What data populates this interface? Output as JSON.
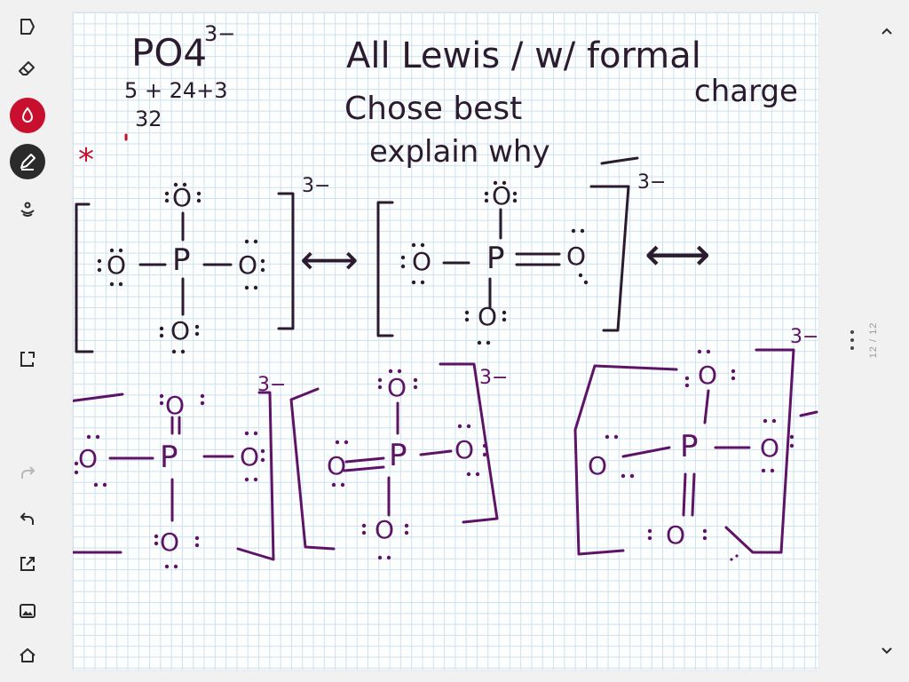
{
  "toolbar": {
    "tools": [
      {
        "name": "lasso-tool",
        "icon": "lasso-icon"
      },
      {
        "name": "eraser-tool",
        "icon": "eraser-icon"
      },
      {
        "name": "highlighter-tool",
        "icon": "highlighter-icon",
        "active_color": "#c8102e"
      },
      {
        "name": "pen-tool",
        "icon": "pen-icon",
        "active_color": "#2b2b2b"
      },
      {
        "name": "laser-tool",
        "icon": "laser-pointer-icon"
      },
      {
        "name": "fullscreen-tool",
        "icon": "fullscreen-icon"
      },
      {
        "name": "redo-tool",
        "icon": "redo-icon"
      },
      {
        "name": "undo-tool",
        "icon": "undo-icon"
      },
      {
        "name": "share-tool",
        "icon": "share-icon"
      },
      {
        "name": "insert-image-tool",
        "icon": "image-icon"
      },
      {
        "name": "home-tool",
        "icon": "home-icon"
      }
    ]
  },
  "rail": {
    "page_counter": "12 / 12",
    "scroll_up_icon": "chevron-up-icon",
    "scroll_down_icon": "chevron-down-icon",
    "more_icon": "more-vertical-icon"
  },
  "notes": {
    "formula": "PO4",
    "formula_charge": "3−",
    "electron_count": "5 + 24+3",
    "electron_total": "32",
    "task_line1": "All Lewis / w/ formal",
    "task_line1b": "charge",
    "task_line2": "Chose best",
    "task_line3": "explain why",
    "star": "*",
    "charge_label": "3−",
    "atom_p": "P",
    "atom_o": "O",
    "double_arrow": "⟷"
  },
  "colors": {
    "pen_dark": "#2b1b2f",
    "pen_purple": "#5e1466",
    "star_red": "#c8102e",
    "grid": "#cfe1ee"
  }
}
